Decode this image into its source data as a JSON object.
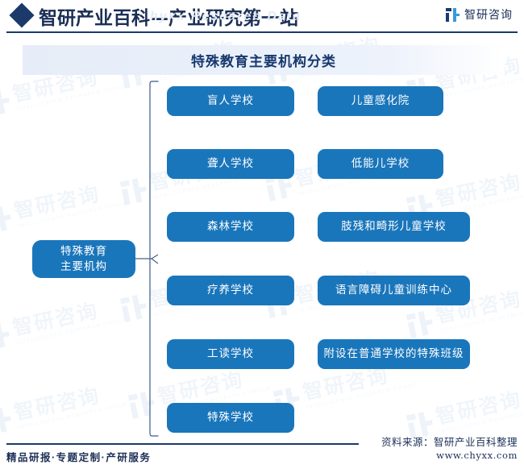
{
  "header": {
    "title": "智研产业百科—产业研究第一站",
    "ghost_text": "hyxx Research Data",
    "logo_text": "智研咨询",
    "diamond_icon": "diamond-icon",
    "logo_icon": "zhiyan-logo-icon"
  },
  "banner": {
    "title": "特殊教育主要机构分类"
  },
  "diagram": {
    "root": {
      "label": "特殊教育\n主要机构"
    },
    "rows": [
      {
        "left": "盲人学校",
        "right": "儿童感化院",
        "right_width": 156
      },
      {
        "left": "聋人学校",
        "right": "低能儿学校",
        "right_width": 156
      },
      {
        "left": "森林学校",
        "right": "肢残和畸形儿童学校",
        "right_width": 189
      },
      {
        "left": "疗养学校",
        "right": "语言障碍儿童训练中心",
        "right_width": 189
      },
      {
        "left": "工读学校",
        "right": "附设在普通学校的特殊班级",
        "right_width": 189
      },
      {
        "left": "特殊学校",
        "right": "",
        "right_width": 0
      }
    ]
  },
  "footer": {
    "left_text": "精品研报·专题定制·产研服务",
    "source_text": "资料来源：智研产业百科整理",
    "url_text": "www.chyxx.com"
  },
  "watermark": {
    "cn": "智研咨询",
    "en": "INTELLIGENCE RESEARCH GROUP"
  },
  "colors": {
    "node_blue": "#1a76bb",
    "navy": "#1b3a6b",
    "banner_from": "#e6edf8",
    "banner_to": "#ffffff"
  }
}
